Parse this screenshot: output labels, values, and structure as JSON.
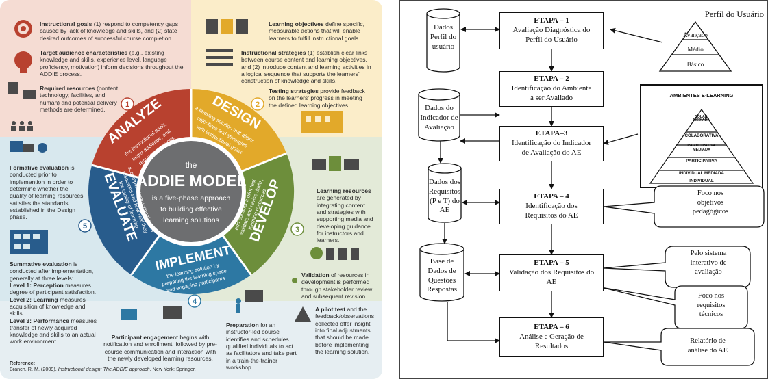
{
  "addie": {
    "analyze_title": "ANALYZE",
    "analyze_desc": "the instructional goals, target audience, and required resources",
    "design_title": "DESIGN",
    "design_desc": "a learning solution that aligns objectives and strategies with instructional goals",
    "develop_title": "DEVELOP",
    "develop_desc": "learning resources, validate and revise drafts, and conduct a pilot test",
    "implement_title": "IMPLEMENT",
    "implement_desc": "the learning solution by preparing the learning space and engaging participants",
    "evaluate_title": "EVALUATE",
    "evaluate_desc": "the quality of learning resources and how well they accomplish instructional goals",
    "center_the": "the",
    "center_title": "ADDIE MODEL",
    "center_sub1": "is a five-phase approach",
    "center_sub2": "to building effective",
    "center_sub3": "learning solutions",
    "num1": "1",
    "num2": "2",
    "num3": "3",
    "num4": "4",
    "num5": "5",
    "instructional_goals_head": "Instructional goals",
    "instructional_goals_body": " (1) respond to competency gaps caused by lack of knowledge and skills, and (2) state desired outcomes of successful course completion.",
    "target_audience_head": "Target audience characteristics",
    "target_audience_body": " (e.g., existing knowledge and skills, experience level, language proficiency, motivation) inform decisions throughout the ADDIE process.",
    "required_resources_head": "Required resources",
    "required_resources_body": " (content, technology, facilities, and human) and potential delivery methods are determined.",
    "learning_objectives_head": "Learning objectives",
    "learning_objectives_body": " define specific, measurable actions that will enable learners to fulfill instructional goals.",
    "instructional_strategies_head": "Instructional strategies",
    "instructional_strategies_body": " (1) establish clear links between course content and learning objectives, and (2) introduce content and learning activities in a logical sequence that supports the learners' construction of knowledge and skills.",
    "testing_strategies_head": "Testing strategies",
    "testing_strategies_body": " provide feedback on the learners' progress in meeting the defined learning objectives.",
    "learning_resources_head": "Learning resources",
    "learning_resources_body": " are generated by integrating content and strategies with supporting media and developing guidance for instructors and learners.",
    "validation_head": "Validation",
    "validation_body": " of resources in development is performed through stakeholder review and subsequent revision.",
    "pilot_test_head": "A pilot test",
    "pilot_test_body": " and the feedback/observations collected offer insight into final adjustments that should be made before implementing the learning solution.",
    "preparation_head": "Preparation",
    "preparation_body": " for an instructor-led course identifies and schedules qualified individuals to act as facilitators and take part in a train-the-trainer workshop.",
    "participant_engagement_head": "Participant engagement",
    "participant_engagement_body": " begins with notification and enrollment, followed by pre-course communication and interaction with the newly developed learning resources.",
    "formative_head": "Formative evaluation",
    "formative_body": " is conducted prior to implemention in order to determine whether the quality of learning resources satisfies the standards established in the Design phase.",
    "summative_head": "Summative evaluation",
    "summative_body": " is conducted after implementation, generally at three levels:",
    "level1_head": "Level 1: Perception",
    "level1_body": " measures degree of participant satisfaction.",
    "level2_head": "Level 2: Learning",
    "level2_body": " measures acquisition of knowledge and skills.",
    "level3_head": "Level 3: Performance",
    "level3_body": " measures transfer of newly acquired knowledge and skills to an actual work environment.",
    "reference_head": "Reference:",
    "reference_author": "Branch, R. M. (2009). ",
    "reference_title": "Instructional design: The ADDIE approach",
    "reference_pub": ". New York: Springer.",
    "colors": {
      "analyze": "#b8412f",
      "design": "#e2a92a",
      "develop": "#6d8e3b",
      "implement": "#2d78a3",
      "evaluate": "#285c8c",
      "center": "#6d6e70"
    }
  },
  "flow": {
    "etapa1_title": "ETAPA – 1",
    "etapa1_l1": "Avaliação Diagnóstica do",
    "etapa1_l2": "Perfil do Usuário",
    "etapa2_title": "ETAPA – 2",
    "etapa2_l1": "Identificação do Ambiente",
    "etapa2_l2": "a ser Avaliado",
    "etapa3_title": "ETAPA–3",
    "etapa3_l1": "Identificação do Indicador",
    "etapa3_l2": "de Avaliação do AE",
    "etapa4_title": "ETAPA – 4",
    "etapa4_l1": "Identificação dos",
    "etapa4_l2": "Requisitos do AE",
    "etapa5_title": "ETAPA – 5",
    "etapa5_l1": "Validação dos Requisitos do",
    "etapa5_l2": "AE",
    "etapa6_title": "ETAPA – 6",
    "etapa6_l1": "Análise e Geração de",
    "etapa6_l2": "Resultados",
    "db1_l1": "Dados",
    "db1_l2": "Perfil do",
    "db1_l3": "usuário",
    "db2_l1": "Dados do",
    "db2_l2": "Indicador de",
    "db2_l3": "Avaliação",
    "db3_l1": "Dados dos",
    "db3_l2": "Requisitos",
    "db3_l3": "(P e T) do",
    "db3_l4": "AE",
    "db4_l1": "Base de",
    "db4_l2": "Dados de",
    "db4_l3": "Questões",
    "db4_l4": "Respostas",
    "perfil_title": "Perfil do Usuário",
    "perfil_avancado": "Avançado",
    "perfil_medio": "Médio",
    "perfil_basico": "Básico",
    "ambientes_title": "AMBIENTES E-LEARNING",
    "amb_colab_mediada1": "COLAB.",
    "amb_colab_mediada2": "MEDIADA",
    "amb_colaborativa": "COLABORATIVA",
    "amb_part_mediada1": "PARTICIPATIVA",
    "amb_part_mediada2": "MEDIADA",
    "amb_participativa": "PARTICIPATIVA",
    "amb_ind_mediada": "INDIVIDUAL MEDIADA",
    "amb_individual": "INDIVIDUAL",
    "bubble1_l1": "Foco nos",
    "bubble1_l2": "objetivos",
    "bubble1_l3": "pedagógicos",
    "bubble2_l1": "Pelo sistema",
    "bubble2_l2": "interativo de",
    "bubble2_l3": "avaliação",
    "bubble3_l1": "Foco nos",
    "bubble3_l2": "requisitos",
    "bubble3_l3": "técnicos",
    "bubble4_l1": "Relatório de",
    "bubble4_l2": "análise do AE"
  }
}
